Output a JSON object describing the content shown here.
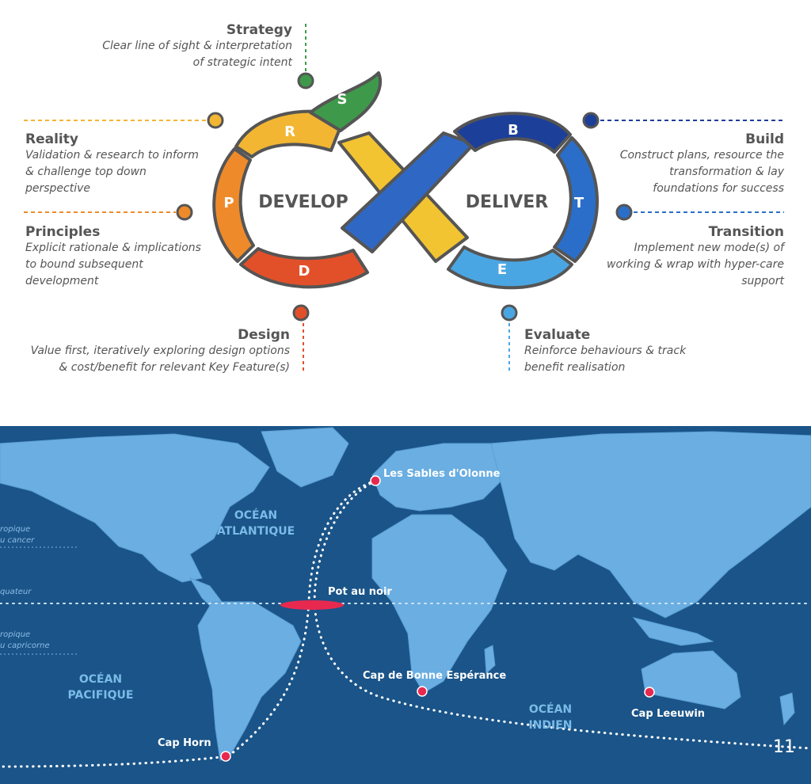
{
  "diagram": {
    "center_left": "DEVELOP",
    "center_right": "DELIVER",
    "letters": {
      "S": "S",
      "R": "R",
      "P": "P",
      "D": "D",
      "B": "B",
      "T": "T",
      "E": "E"
    },
    "colors": {
      "strategy": "#3e9a4a",
      "reality": "#f2b632",
      "principles": "#ef8a2a",
      "design": "#e2502a",
      "build": "#1c3f99",
      "transition": "#2a6ec9",
      "evaluate": "#4aa6e2",
      "yellow_band": "#f3c431",
      "blue_band": "#2f68c4"
    },
    "labels": {
      "strategy": {
        "title": "Strategy",
        "desc": [
          "Clear line of sight & interpretation",
          "of strategic intent"
        ]
      },
      "reality": {
        "title": "Reality",
        "desc": [
          "Validation & research to inform",
          "& challenge top down",
          "perspective"
        ]
      },
      "principles": {
        "title": "Principles",
        "desc": [
          "Explicit rationale & implications",
          "to bound subsequent",
          "development"
        ]
      },
      "design": {
        "title": "Design",
        "desc": [
          "Value first, iteratively exploring design options",
          "& cost/benefit for relevant Key Feature(s)"
        ]
      },
      "build": {
        "title": "Build",
        "desc": [
          "Construct plans, resource the",
          "transformation & lay",
          "foundations for success"
        ]
      },
      "transition": {
        "title": "Transition",
        "desc": [
          "Implement new mode(s) of",
          "working & wrap with hyper-care",
          "support"
        ]
      },
      "evaluate": {
        "title": "Evaluate",
        "desc": [
          "Reinforce behaviours & track",
          "benefit realisation"
        ]
      }
    }
  },
  "map": {
    "ocean_labels": {
      "atlantique": [
        "OCÉAN",
        "ATLANTIQUE"
      ],
      "pacifique": [
        "OCÉAN",
        "PACIFIQUE"
      ],
      "indien": [
        "OCÉAN",
        "INDIEN"
      ]
    },
    "latitude_labels": {
      "cancer": [
        "ropique",
        "u cancer"
      ],
      "equateur": "quateur",
      "capricorne": [
        "ropique",
        "u capricorne"
      ]
    },
    "places": {
      "sables": "Les Sables d'Olonne",
      "pot": "Pot au noir",
      "bonne": "Cap de Bonne Espérance",
      "leeuwin": "Cap Leeuwin",
      "horn": "Cap Horn"
    },
    "page_number": "11",
    "colors": {
      "ocean": "#1a5488",
      "land": "#6aaee2",
      "marker": "#e8294f"
    }
  }
}
